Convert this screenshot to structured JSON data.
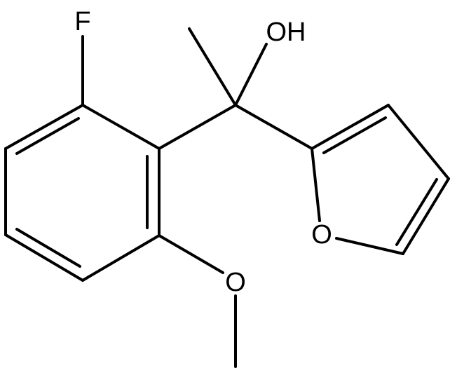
{
  "molecule": {
    "atoms": {
      "fluorine": "F",
      "hydroxyl": "OH",
      "furan_oxygen": "O",
      "methoxy_oxygen": "O"
    }
  },
  "colors": {
    "bond": "#000000",
    "label": "#000000",
    "background": "#ffffff"
  }
}
